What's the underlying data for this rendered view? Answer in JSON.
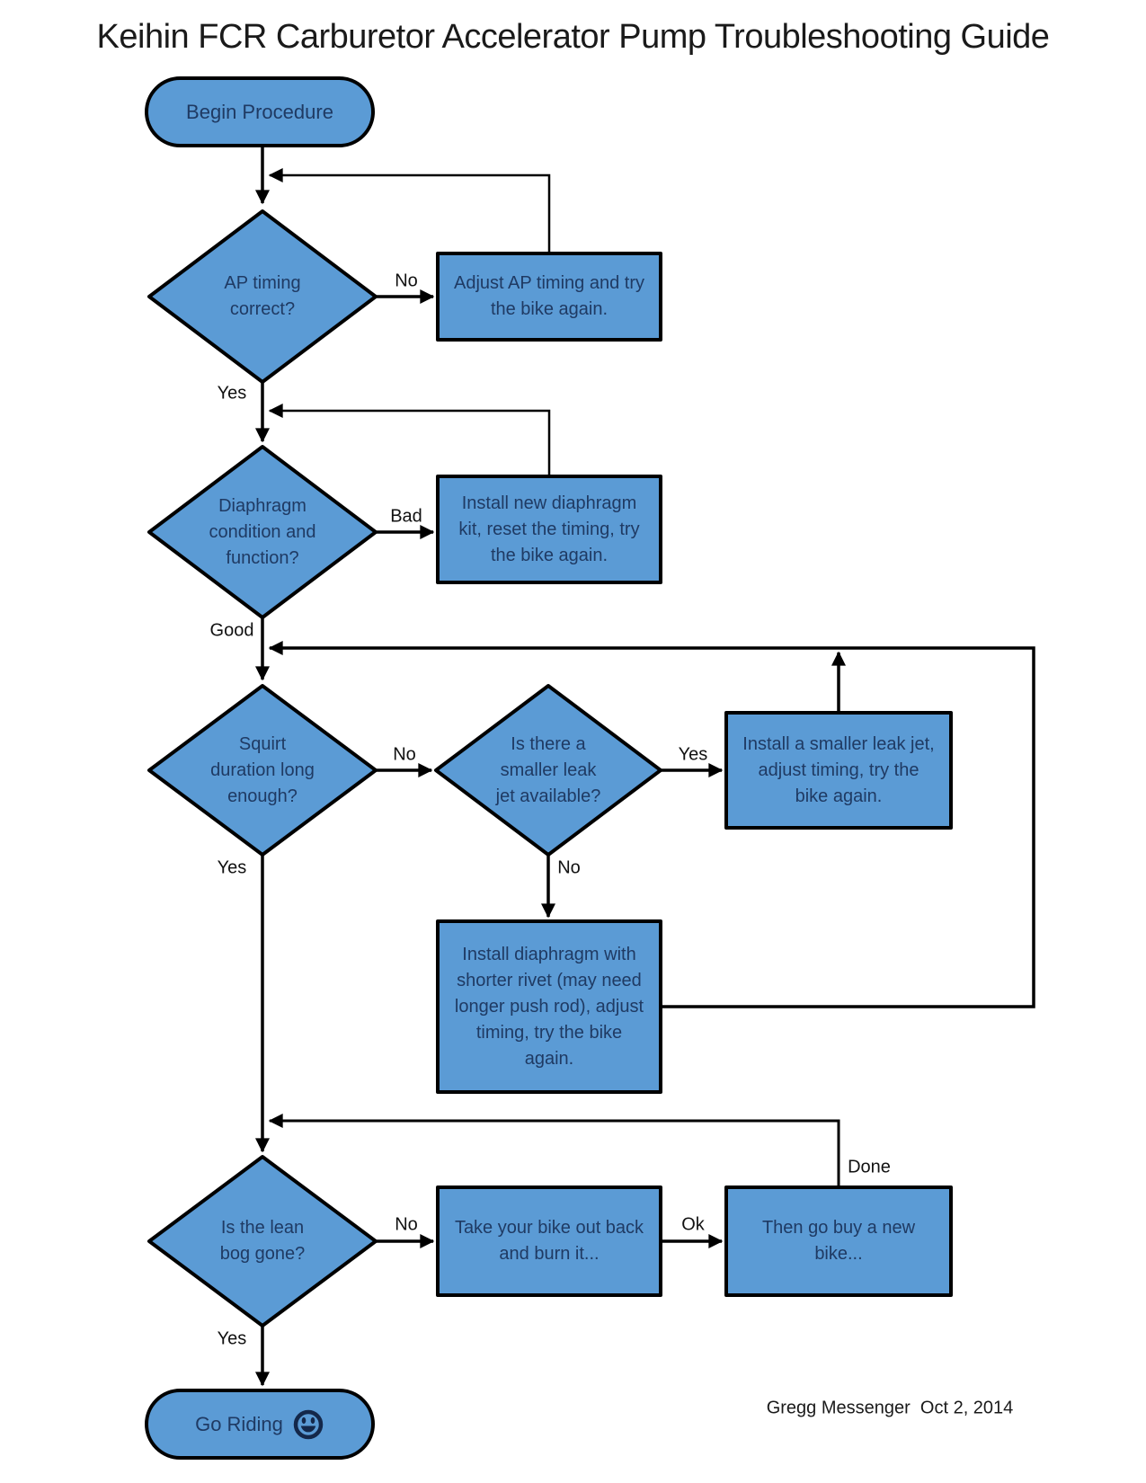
{
  "title": "Keihin FCR Carburetor Accelerator Pump Troubleshooting Guide",
  "credit": "Gregg Messenger  Oct 2, 2014",
  "colors": {
    "shape_fill": "#5B9BD5",
    "shape_border": "#000000",
    "shape_text": "#1F3A63",
    "connector": "#000000",
    "background": "#FFFFFF"
  },
  "nodes": {
    "start": {
      "type": "terminator",
      "label": "Begin Procedure"
    },
    "d1": {
      "type": "decision",
      "label": "AP timing\ncorrect?"
    },
    "b1": {
      "type": "process",
      "label": "Adjust AP timing and try\nthe bike again."
    },
    "d2": {
      "type": "decision",
      "label": "Diaphragm\ncondition and\nfunction?"
    },
    "b2": {
      "type": "process",
      "label": "Install new diaphragm\nkit, reset the timing, try\nthe bike again."
    },
    "d3": {
      "type": "decision",
      "label": "Squirt\nduration long\nenough?"
    },
    "d4": {
      "type": "decision",
      "label": "Is there a\nsmaller leak\njet available?"
    },
    "b3": {
      "type": "process",
      "label": "Install a smaller leak jet,\nadjust timing, try the\nbike again."
    },
    "b4": {
      "type": "process",
      "label": "Install diaphragm with\nshorter rivet (may need\nlonger push rod), adjust\ntiming, try the bike\nagain."
    },
    "d5": {
      "type": "decision",
      "label": "Is the lean\nbog gone?"
    },
    "b5": {
      "type": "process",
      "label": "Take your bike out back\nand burn it..."
    },
    "b6": {
      "type": "process",
      "label": "Then go buy a new\nbike..."
    },
    "end": {
      "type": "terminator",
      "label": "Go Riding"
    }
  },
  "edge_labels": {
    "no1": "No",
    "yes1": "Yes",
    "bad": "Bad",
    "good": "Good",
    "no3": "No",
    "yes3": "Yes",
    "no4": "No",
    "yes_d3": "Yes",
    "done": "Done",
    "no5": "No",
    "ok": "Ok",
    "yes5": "Yes"
  }
}
